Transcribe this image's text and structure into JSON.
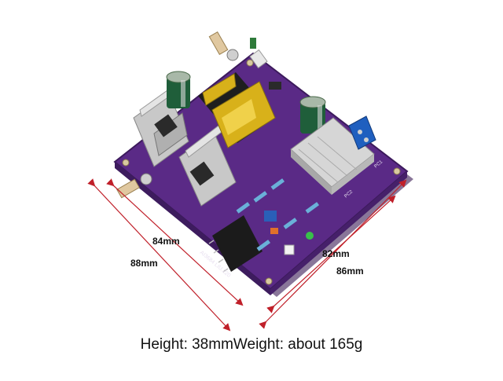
{
  "dimensions": {
    "inner_left": "84mm",
    "outer_left": "88mm",
    "inner_right": "82mm",
    "outer_right": "86mm"
  },
  "caption": "Height: 38mmWeight: about 165g",
  "board": {
    "silkscreen_code": "AI3684 LIU.220",
    "marks": [
      "PC1",
      "PC2"
    ]
  },
  "colors": {
    "pcb": "#5a2a86",
    "arrow": "#c0202a",
    "transformer_core": "#d8b11a"
  }
}
